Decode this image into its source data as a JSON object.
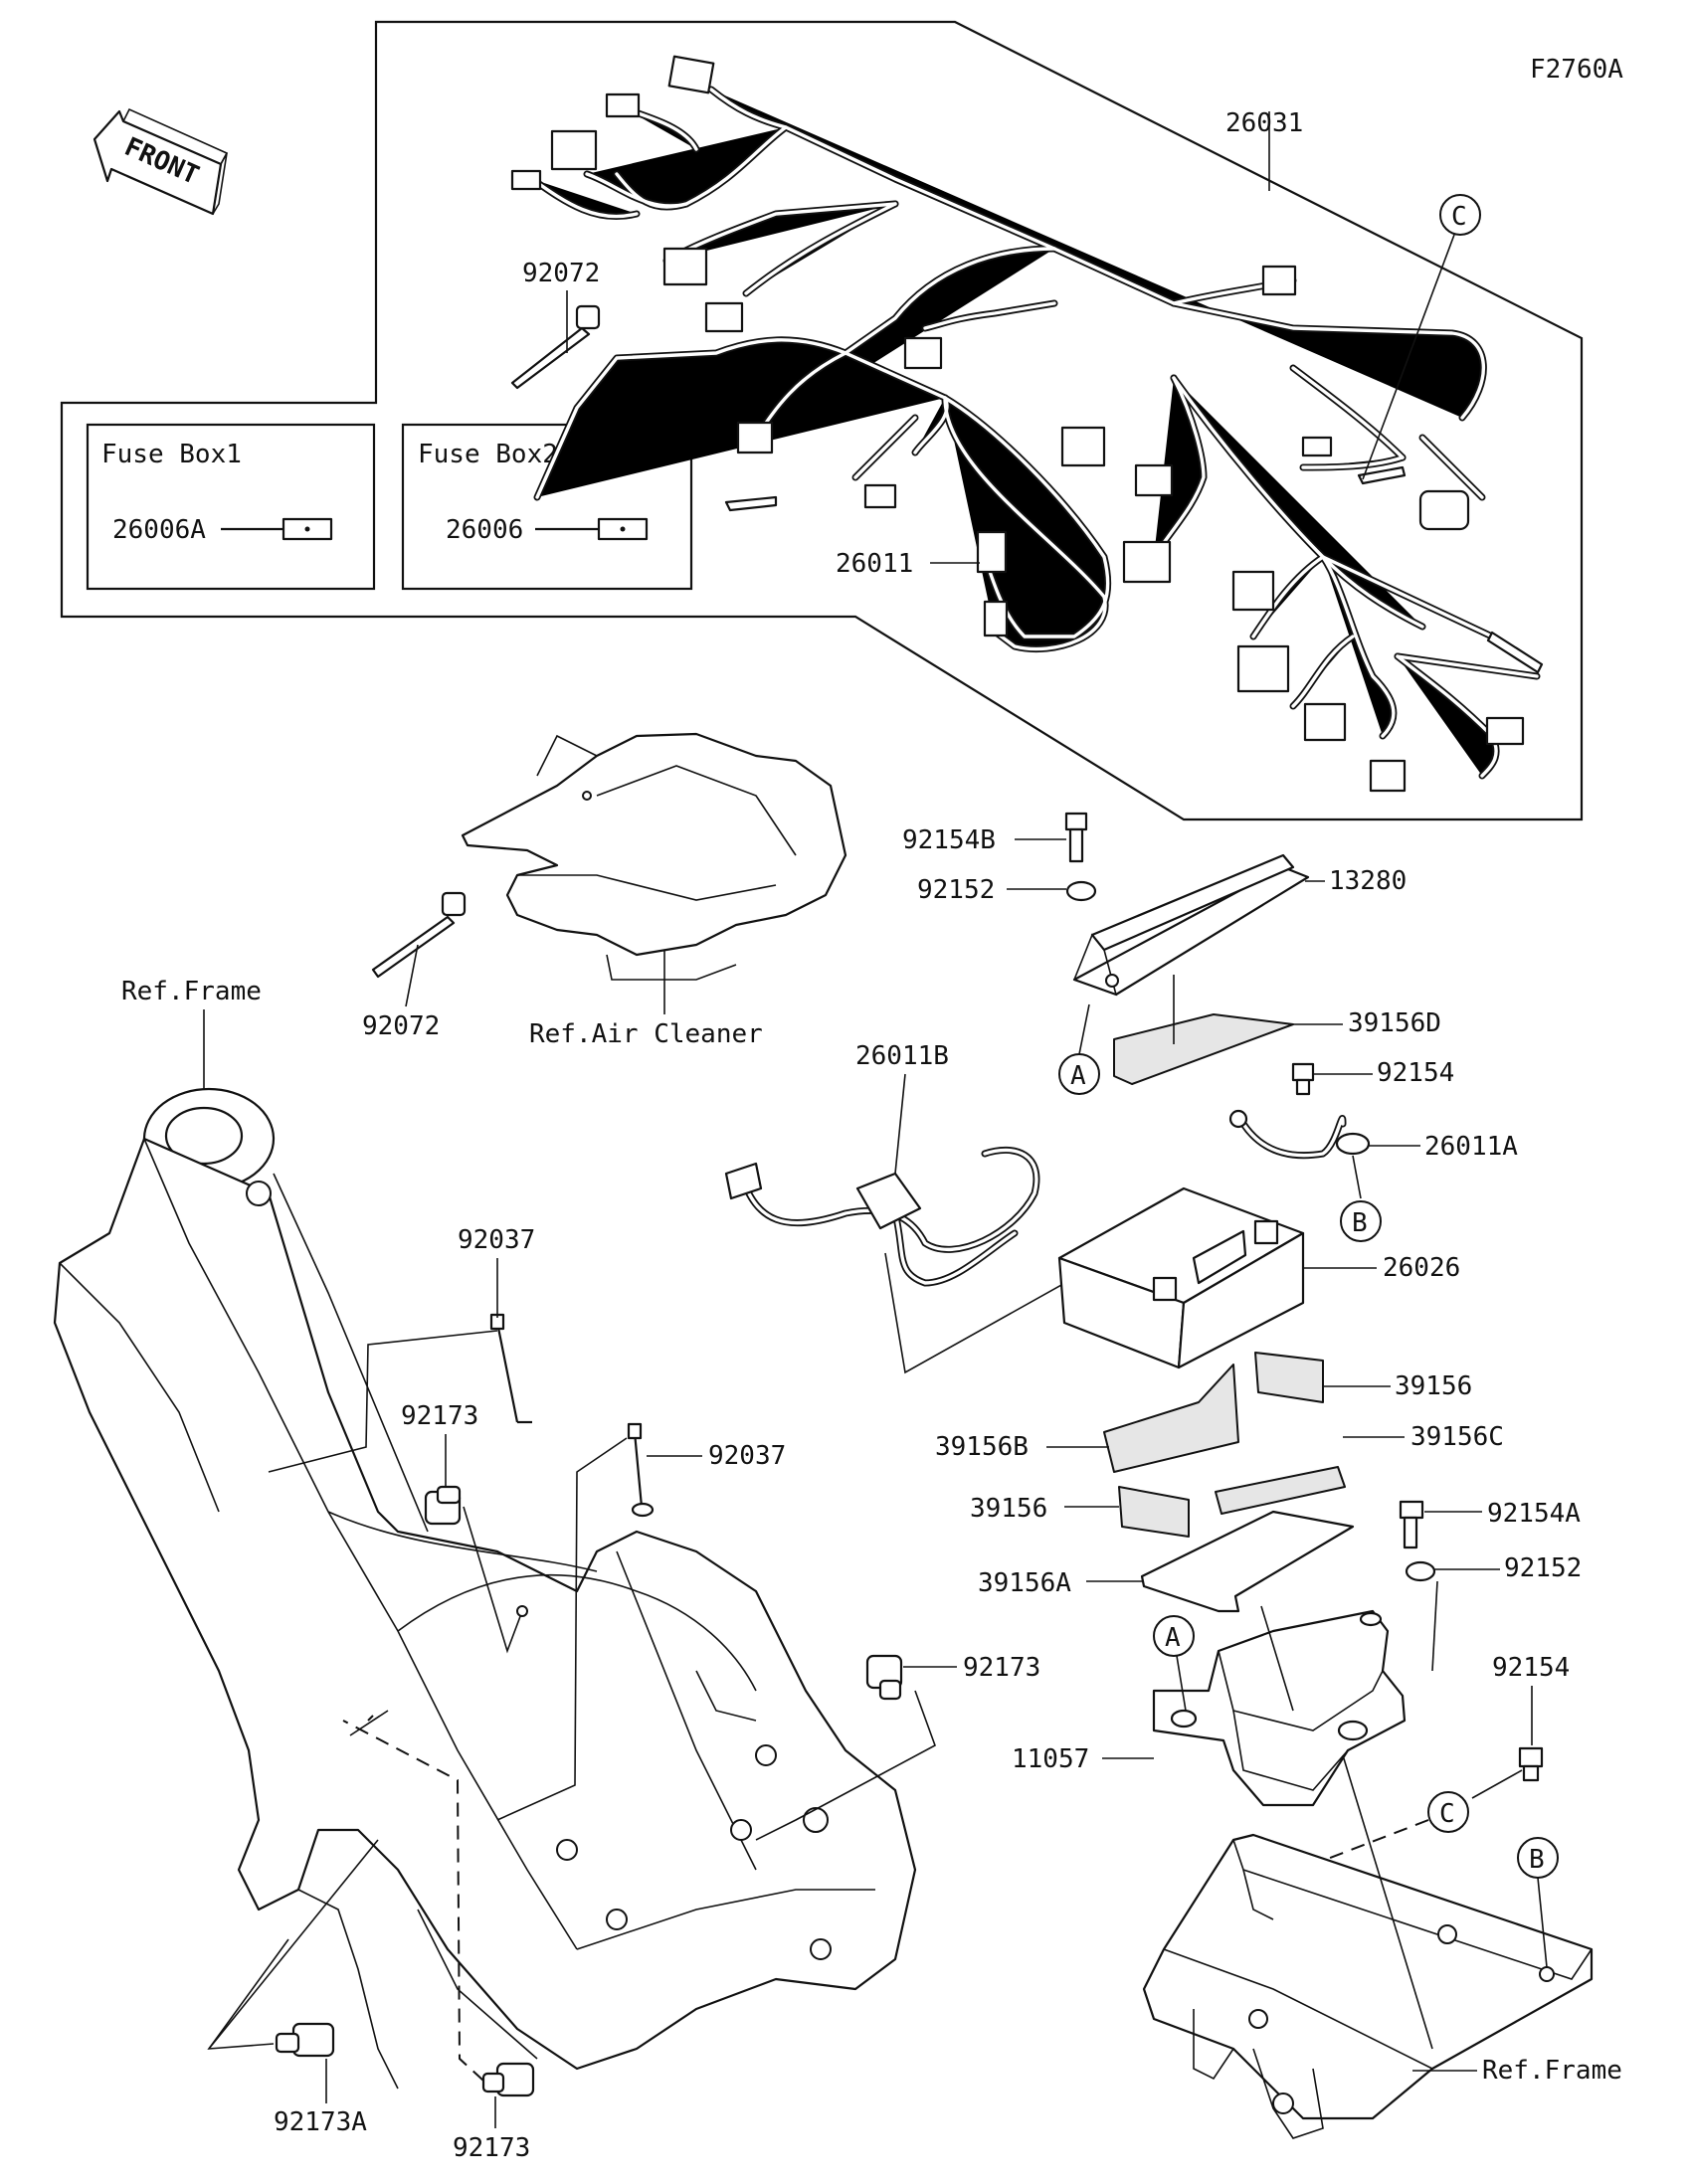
{
  "diagram_code": "F2760A",
  "front_label": "FRONT",
  "boxes": {
    "fuse_box1": {
      "title": "Fuse Box1",
      "part": "26006A"
    },
    "fuse_box2": {
      "title": "Fuse Box2",
      "part": "26006"
    }
  },
  "callouts": {
    "a": "A",
    "b": "B",
    "c": "C"
  },
  "labels": {
    "p26031": "26031",
    "p92072_top": "92072",
    "p26011": "26011",
    "p92154B": "92154B",
    "p92152_top": "92152",
    "p13280": "13280",
    "p92072_mid": "92072",
    "ref_air_cleaner": "Ref.Air Cleaner",
    "ref_frame_left": "Ref.Frame",
    "p39156D": "39156D",
    "p92154_mid": "92154",
    "p26011B": "26011B",
    "p26011A": "26011A",
    "p26026": "26026",
    "p92037_left": "92037",
    "p92037_right": "92037",
    "p92173_left": "92173",
    "p39156_upper": "39156",
    "p39156B": "39156B",
    "p39156C": "39156C",
    "p39156_lower": "39156",
    "p92154A": "92154A",
    "p39156A": "39156A",
    "p92152_lower": "92152",
    "p92173_mid": "92173",
    "p92154_lower": "92154",
    "p11057": "11057",
    "ref_frame_right": "Ref.Frame",
    "p92173A": "92173A",
    "p92173_bottom": "92173"
  },
  "icons": [
    "front-arrow-icon",
    "wire-harness-icon",
    "fuse-icon",
    "battery-icon",
    "frame-icon",
    "clamp-icon",
    "bolt-icon",
    "washer-icon",
    "band-icon",
    "air-cleaner-icon",
    "battery-case-icon",
    "lead-wire-icon",
    "ground-wire-icon",
    "pad-icon"
  ],
  "colors": {
    "ink": "#111111",
    "background": "#ffffff"
  }
}
